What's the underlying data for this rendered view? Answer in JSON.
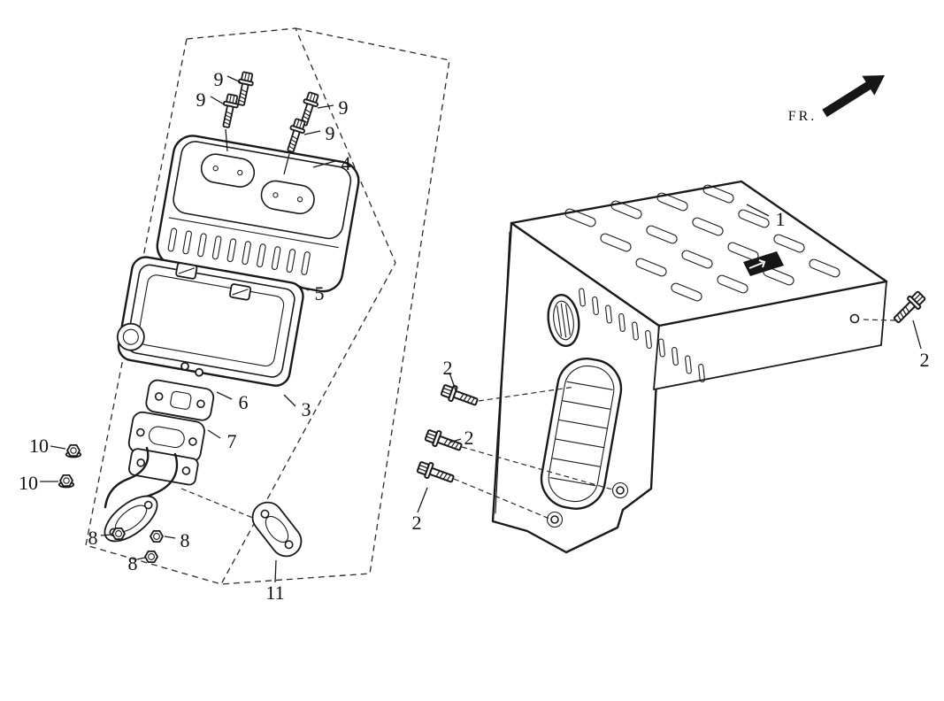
{
  "document": {
    "type": "exploded-parts-diagram",
    "background": "#ffffff",
    "line_color": "#1a1a1a"
  },
  "direction_indicator": {
    "label": "FR."
  },
  "callouts": [
    {
      "label": "9",
      "target": "flange-bolt"
    },
    {
      "label": "9",
      "target": "flange-bolt"
    },
    {
      "label": "9",
      "target": "flange-bolt"
    },
    {
      "label": "9",
      "target": "flange-bolt"
    },
    {
      "label": "4",
      "target": "air-cleaner-cover"
    },
    {
      "label": "5",
      "target": "air-filter-element"
    },
    {
      "label": "3",
      "target": "air-cleaner-case"
    },
    {
      "label": "6",
      "target": "gasket"
    },
    {
      "label": "7",
      "target": "insulator-spacer"
    },
    {
      "label": "10",
      "target": "flange-nut"
    },
    {
      "label": "10",
      "target": "flange-nut"
    },
    {
      "label": "8",
      "target": "hex-nut"
    },
    {
      "label": "8",
      "target": "hex-nut"
    },
    {
      "label": "8",
      "target": "hex-nut"
    },
    {
      "label": "11",
      "target": "port-gasket"
    },
    {
      "label": "1",
      "target": "muffler-protector"
    },
    {
      "label": "2",
      "target": "flange-bolt"
    },
    {
      "label": "2",
      "target": "flange-bolt"
    },
    {
      "label": "2",
      "target": "flange-bolt"
    },
    {
      "label": "2",
      "target": "flange-bolt"
    }
  ]
}
